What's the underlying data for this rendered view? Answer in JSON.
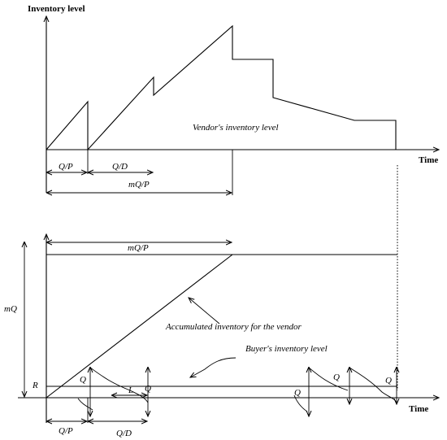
{
  "top_panel": {
    "y_axis_label": "Inventory level",
    "x_axis_label": "Time",
    "vendor_label": "Vendor's inventory level",
    "dim_q_over_p": "Q/P",
    "dim_q_over_d": "Q/D",
    "dim_mq_over_p": "mQ/P"
  },
  "bottom_panel": {
    "x_axis_label": "Time",
    "dim_mq_over_p": "mQ/P",
    "mq_label": "mQ",
    "r_label": "R",
    "accumulated_label": "Accumulated inventory for the vendor",
    "buyer_label": "Buyer's inventory level",
    "q_label": "Q",
    "l_label": "L",
    "dim_q_over_p": "Q/P",
    "dim_q_over_d": "Q/D"
  }
}
